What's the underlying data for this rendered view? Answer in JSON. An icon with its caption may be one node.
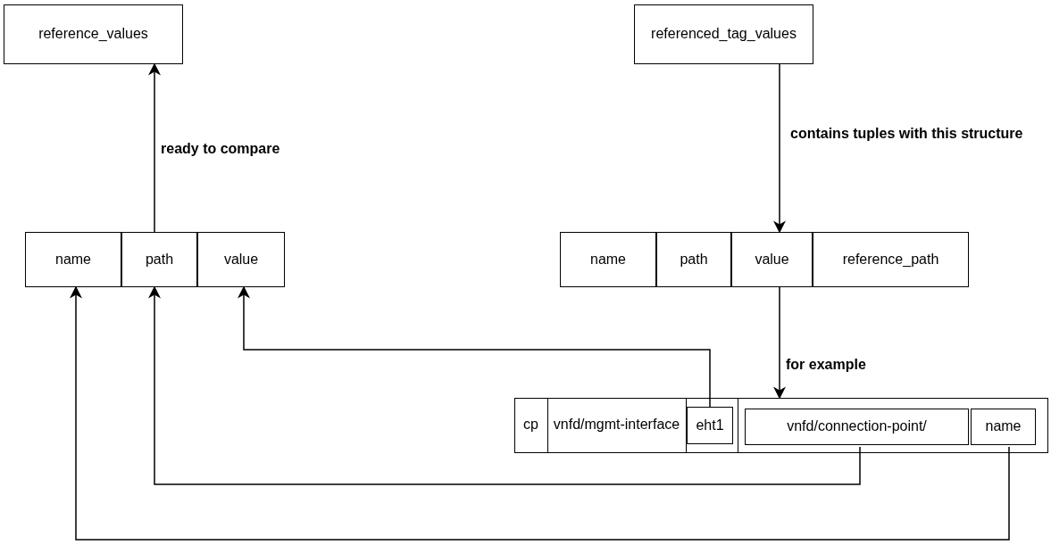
{
  "diagram": {
    "nodes": [
      {
        "text": [
          "reference_values"
        ]
      },
      {
        "text": [
          "referenced_tag_values"
        ]
      },
      {
        "text": [
          "name"
        ]
      },
      {
        "text": [
          "path"
        ]
      },
      {
        "text": [
          "value"
        ]
      },
      {
        "text": [
          "name"
        ]
      },
      {
        "text": [
          "path"
        ]
      },
      {
        "text": [
          "value"
        ]
      },
      {
        "text": [
          "reference_path"
        ]
      },
      {
        "text": [],
        "shape": "box"
      },
      {
        "text": [
          "cp"
        ],
        "in": 9
      },
      {
        "text": [
          "vnfd/mgmt-interface"
        ],
        "in": 9
      },
      {
        "text": [],
        "shape": "box",
        "in": 9
      },
      {
        "text": [
          "eht1"
        ],
        "in": 12
      },
      {
        "text": [],
        "shape": "box",
        "in": 9
      },
      {
        "text": [
          "vnfd/connection-point/"
        ],
        "in": 14
      },
      {
        "text": [
          "name"
        ],
        "in": 14
      }
    ],
    "edges": [
      {
        "from": 3,
        "to": 0,
        "arrow": "to",
        "label": "ready to compare"
      },
      {
        "from": 1,
        "to": 7,
        "arrow": "to",
        "label": "contains tuples with this structure"
      },
      {
        "from": 7,
        "to": 9,
        "arrow": "to",
        "label": "for example"
      },
      {
        "from": 13,
        "to": 4,
        "arrow": "to"
      },
      {
        "from": 15,
        "to": 3,
        "arrow": "to"
      },
      {
        "from": 16,
        "to": 2,
        "arrow": "to"
      }
    ]
  }
}
